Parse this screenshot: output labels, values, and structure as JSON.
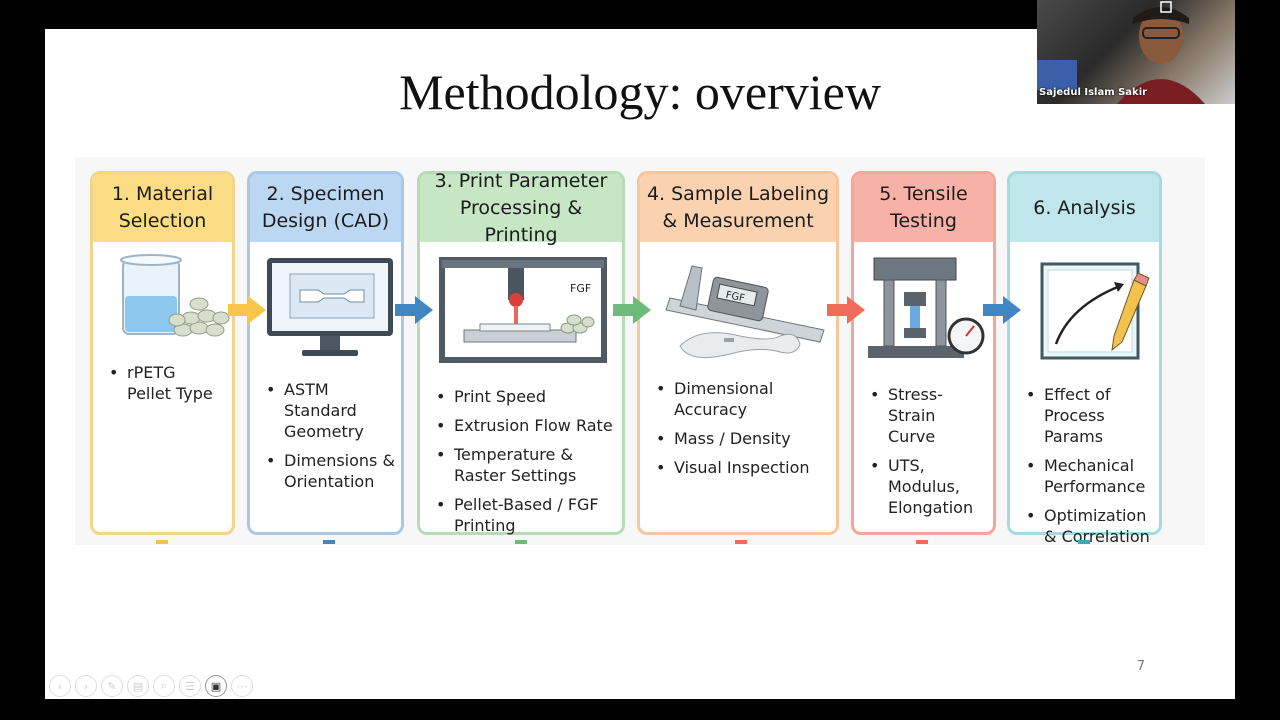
{
  "slide": {
    "title": "Methodology: overview",
    "page_number": "7"
  },
  "steps": [
    {
      "title": "1. Material\nSelection",
      "color": "#f9dc83",
      "border": "#f1d58a",
      "bullets": [
        "rPETG\nPellet Type"
      ],
      "icon": "beaker-pellets-icon"
    },
    {
      "title": "2. Specimen\nDesign (CAD)",
      "color": "#bcd7f2",
      "border": "#a9c8e8",
      "bullets": [
        "ASTM Standard\nGeometry",
        "Dimensions &\nOrientation"
      ],
      "icon": "cad-monitor-icon"
    },
    {
      "title": "3. Print Parameter\nProcessing & Printing",
      "color": "#c7e6c4",
      "border": "#b7dbb6",
      "bullets": [
        "Print Speed",
        "Extrusion Flow Rate",
        "Temperature &\nRaster Settings",
        "Pellet-Based / FGF\nPrinting"
      ],
      "icon": "fgf-printer-icon",
      "icon_label": "FGF"
    },
    {
      "title": "4. Sample Labeling\n& Measurement",
      "color": "#fbd2b0",
      "border": "#f6c6a0",
      "bullets": [
        "Dimensional\nAccuracy",
        "Mass / Density",
        "Visual Inspection"
      ],
      "icon": "caliper-icon",
      "icon_label": "FGF"
    },
    {
      "title": "5. Tensile\nTesting",
      "color": "#f7b1a6",
      "border": "#f2a79a",
      "bullets": [
        "Stress-Strain\nCurve",
        "UTS, Modulus,\nElongation"
      ],
      "icon": "tensile-machine-icon"
    },
    {
      "title": "6. Analysis",
      "color": "#bfe6ea",
      "border": "#a9d9de",
      "bullets": [
        "Effect of\nProcess Params",
        "Mechanical\nPerformance",
        "Optimization\n& Correlation"
      ],
      "icon": "chart-pencil-icon"
    }
  ],
  "arrows": [
    "#f7c64a",
    "#3f86c3",
    "#6dbb7a",
    "#ef6b5a",
    "#3f86c3"
  ],
  "webcam": {
    "name": "Sajedul Islam Sakir"
  },
  "toolbar": [
    "prev-icon",
    "next-icon",
    "pen-icon",
    "slides-icon",
    "zoom-icon",
    "menu-icon",
    "camera-icon",
    "more-icon"
  ]
}
